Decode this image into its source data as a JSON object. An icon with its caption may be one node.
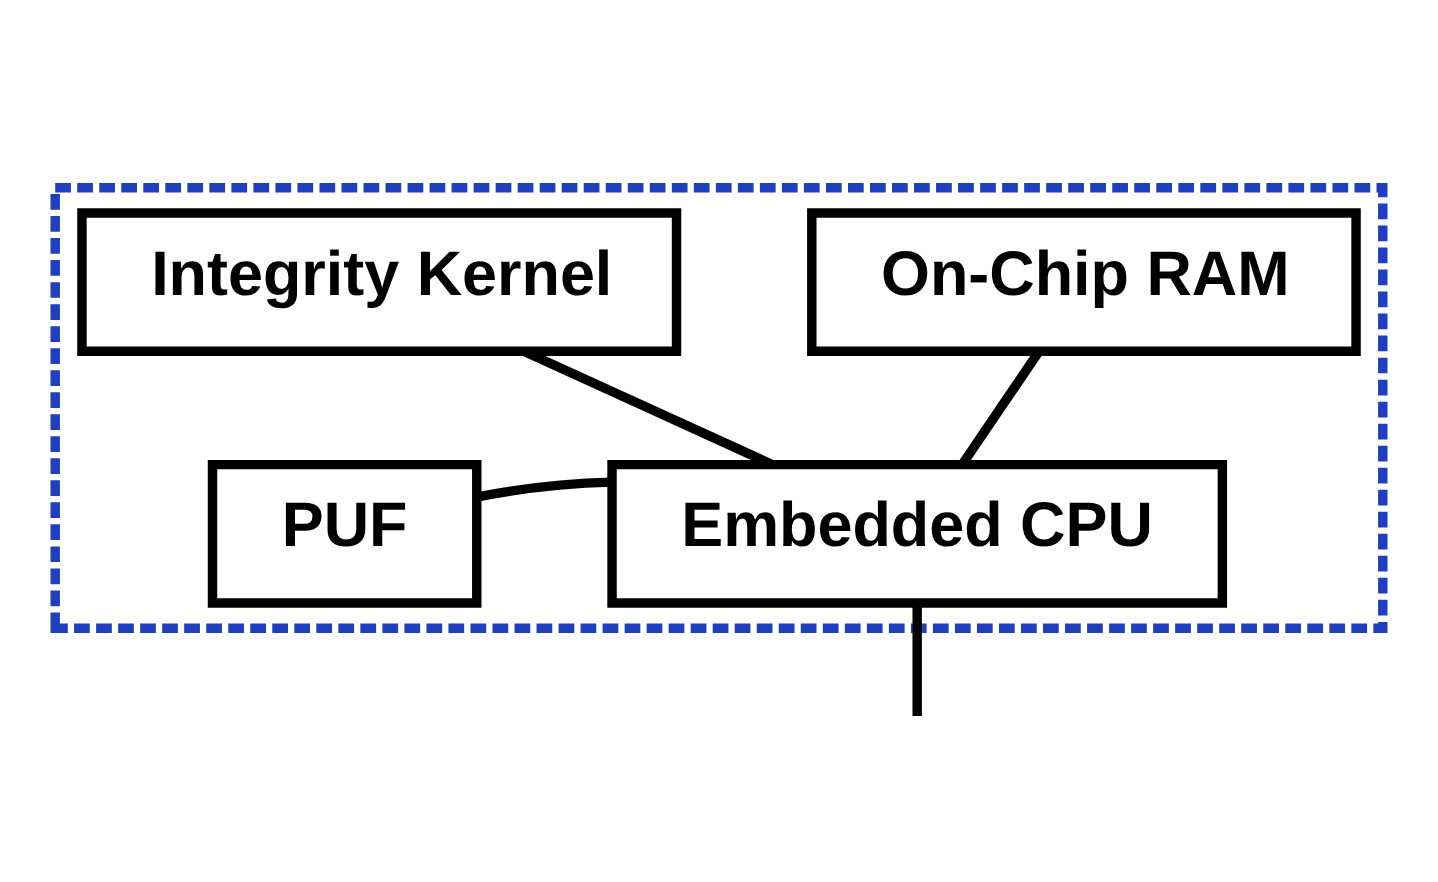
{
  "diagram": {
    "nodes": [
      {
        "text": [],
        "shape": "box"
      },
      {
        "text": [
          "Integrity Kernel"
        ],
        "in": 0
      },
      {
        "text": [
          "On-Chip RAM"
        ],
        "in": 0
      },
      {
        "text": [
          "PUF"
        ],
        "in": 0
      },
      {
        "text": [
          "Embedded CPU"
        ],
        "in": 0
      }
    ],
    "edges": [
      {
        "from": 1,
        "to": 4,
        "arrow": "none"
      },
      {
        "from": 2,
        "to": 4,
        "arrow": "none"
      },
      {
        "from": 4,
        "to": null,
        "arrow": "none"
      },
      {
        "from": 3,
        "to": 4,
        "arrow": "none"
      }
    ]
  }
}
